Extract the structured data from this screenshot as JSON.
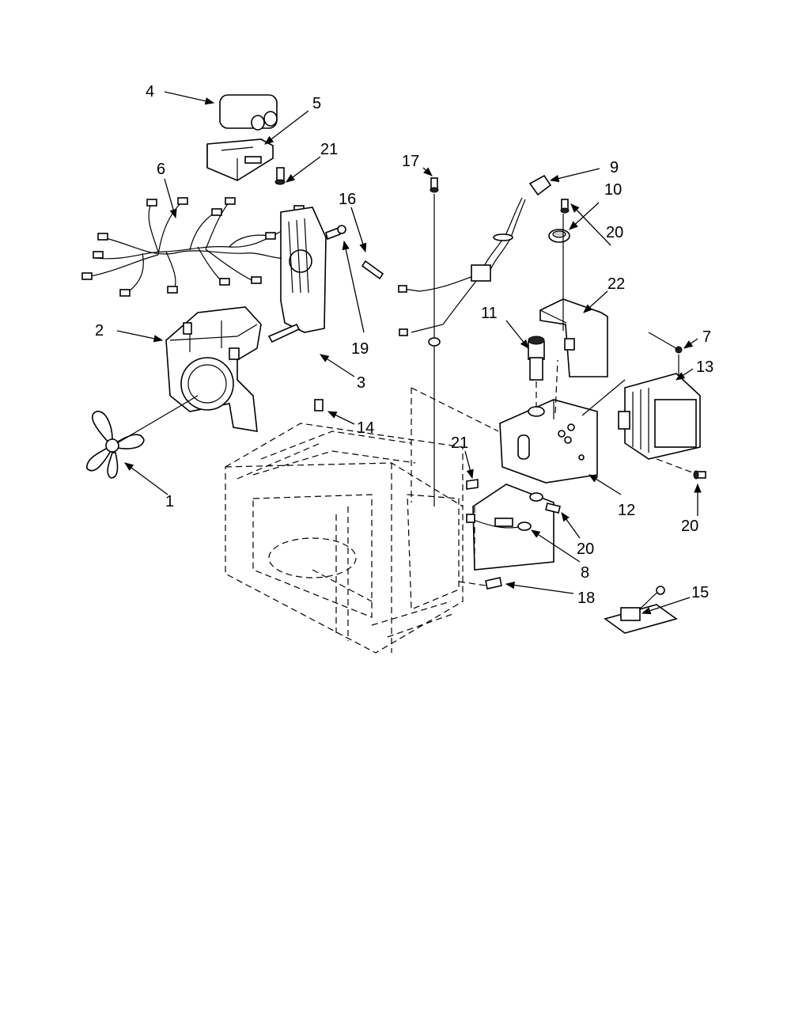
{
  "diagram": {
    "callouts": [
      {
        "id": "1",
        "label": "1"
      },
      {
        "id": "2",
        "label": "2"
      },
      {
        "id": "3",
        "label": "3"
      },
      {
        "id": "4",
        "label": "4"
      },
      {
        "id": "5",
        "label": "5"
      },
      {
        "id": "6",
        "label": "6"
      },
      {
        "id": "7",
        "label": "7"
      },
      {
        "id": "8",
        "label": "8"
      },
      {
        "id": "9",
        "label": "9"
      },
      {
        "id": "10",
        "label": "10"
      },
      {
        "id": "11",
        "label": "11"
      },
      {
        "id": "12",
        "label": "12"
      },
      {
        "id": "13",
        "label": "13"
      },
      {
        "id": "14",
        "label": "14"
      },
      {
        "id": "15",
        "label": "15"
      },
      {
        "id": "16",
        "label": "16"
      },
      {
        "id": "17",
        "label": "17"
      },
      {
        "id": "18",
        "label": "18"
      },
      {
        "id": "19",
        "label": "19"
      },
      {
        "id": "20a",
        "label": "20"
      },
      {
        "id": "20b",
        "label": "20"
      },
      {
        "id": "20c",
        "label": "20"
      },
      {
        "id": "21a",
        "label": "21"
      },
      {
        "id": "21b",
        "label": "21"
      },
      {
        "id": "22",
        "label": "22"
      }
    ]
  }
}
